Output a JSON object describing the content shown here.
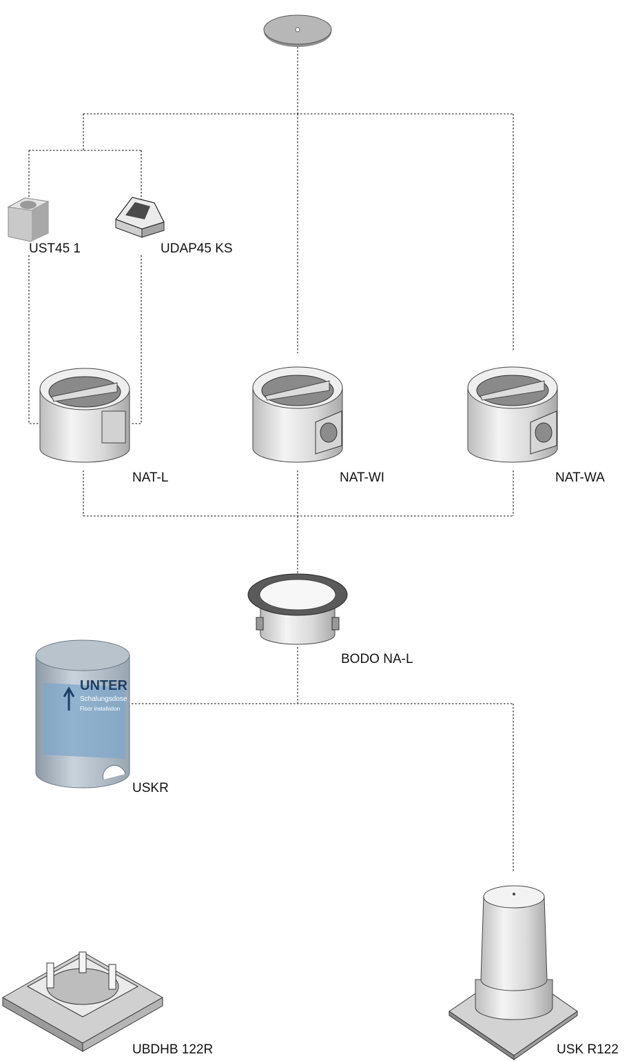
{
  "labels": {
    "ust45": "UST45 1",
    "udap45": "UDAP45 KS",
    "natl": "NAT-L",
    "natwi": "NAT-WI",
    "natwa": "NAT-WA",
    "bodo": "BODO NA-L",
    "uskr": "USKR",
    "ubdhb": "UBDHB 122R",
    "uskr122": "USK R122"
  },
  "product_text": {
    "uskr_print_1": "UNTER",
    "uskr_print_2": "Schalungsdose",
    "uskr_print_3": "Floor installation"
  }
}
